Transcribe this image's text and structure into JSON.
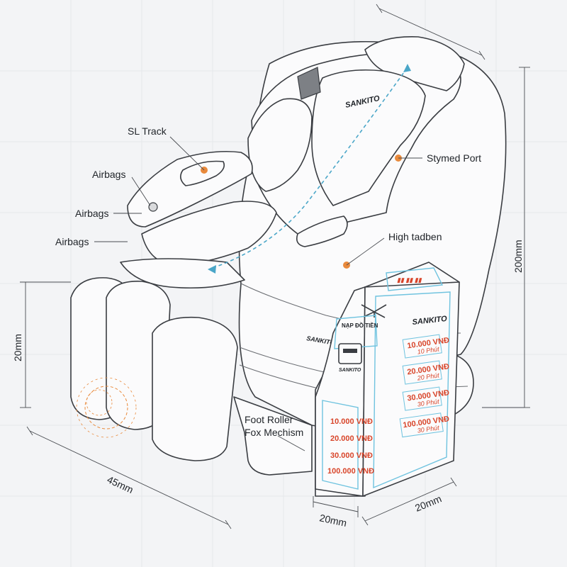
{
  "brand": "SANKITO",
  "labels": {
    "sl_track": "SL Track",
    "airbags_1": "Airbags",
    "airbags_2": "Airbags",
    "airbags_3": "Airbags",
    "stymed_port": "Stymed Port",
    "high_tadben": "High tadben",
    "foot_roller_line1": "Foot Roller",
    "foot_roller_line2": "Fox Mechism"
  },
  "dimensions": {
    "height_right": "200mm",
    "height_left": "20mm",
    "length_bottom": "45mm",
    "kiosk_depth": "20mm",
    "kiosk_width": "20mm"
  },
  "kiosk": {
    "banner": "NẠP ĐỒ TIỀN",
    "price_tiers": [
      {
        "price": "10.000 VNĐ",
        "duration": "10 Phút"
      },
      {
        "price": "20.000 VNĐ",
        "duration": "20 Phút"
      },
      {
        "price": "30.000 VNĐ",
        "duration": "30 Phút"
      },
      {
        "price": "100.000 VNĐ",
        "duration": "30 Phút"
      }
    ],
    "side_tiers": [
      "10.000 VNĐ",
      "20.000 VNĐ",
      "30.000 VNĐ",
      "100.000 VNĐ"
    ]
  },
  "colors": {
    "accent_orange": "#e98a3c",
    "cyan_path": "#4aa6c8",
    "price_red": "#d8452a",
    "background": "#f3f4f6"
  }
}
